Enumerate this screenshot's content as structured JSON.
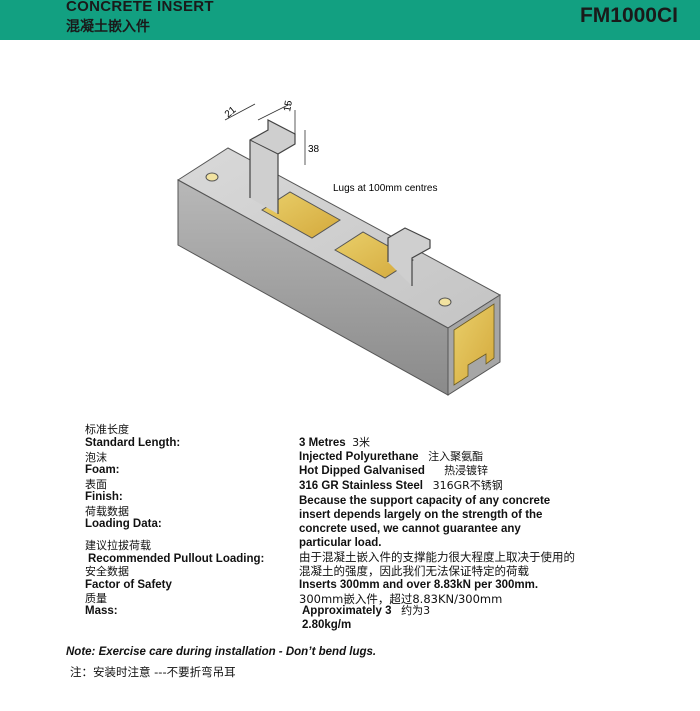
{
  "header": {
    "title": "CONCRETE INSERT",
    "title_cn": "混凝土嵌入件",
    "code": "FM1000CI",
    "bg_color": "#12a081"
  },
  "figure": {
    "dim_21": "21",
    "dim_15": "15",
    "dim_38": "38",
    "lugs_note": "Lugs at 100mm centres"
  },
  "specs": {
    "length_cn": "标准长度",
    "length_en": "Standard Length:",
    "foam_cn": "泡沫",
    "foam_en": "Foam:",
    "finish_cn": "表面",
    "finish_en": "Finish:",
    "loading_cn": "荷载数据",
    "loading_en": "Loading Data:",
    "pullout_cn": "建议拉拔荷载",
    "pullout_en": "Recommended Pullout Loading:",
    "safety_cn": "安全数据",
    "safety_en": "Factor of Safety",
    "mass_cn": "质量",
    "mass_en": "Mass:"
  },
  "values": {
    "length": "3 Metres",
    "length_cn": "3米",
    "foam": "Injected Polyurethane",
    "foam_cn": "注入聚氨酯",
    "finish1": "Hot Dipped Galvanised",
    "finish1_cn": "热浸镀锌",
    "finish2": "316 GR Stainless Steel",
    "finish2_cn": "316GR不锈钢",
    "loading1": "Because the support capacity of any concrete",
    "loading2": "insert depends largely on the strength of the",
    "loading3": "concrete used, we cannot guarantee any",
    "loading4": "particular load.",
    "loading_cn1": "由于混凝土嵌入件的支撑能力很大程度上取决于使用的",
    "loading_cn2": "混凝土的强度，因此我们无法保证特定的荷载",
    "pullout": "Inserts 300mm and over 8.83kN per 300mm.",
    "pullout_cn": "300mm嵌入件，超过8.83KN/300mm",
    "mass1": "Approximately 3",
    "mass1_cn": "约为3",
    "mass2": "2.80kg/m"
  },
  "note": {
    "en": "Note: Exercise care during installation - Don’t bend lugs.",
    "cn": "注：安装时注意 ---不要折弯吊耳"
  }
}
